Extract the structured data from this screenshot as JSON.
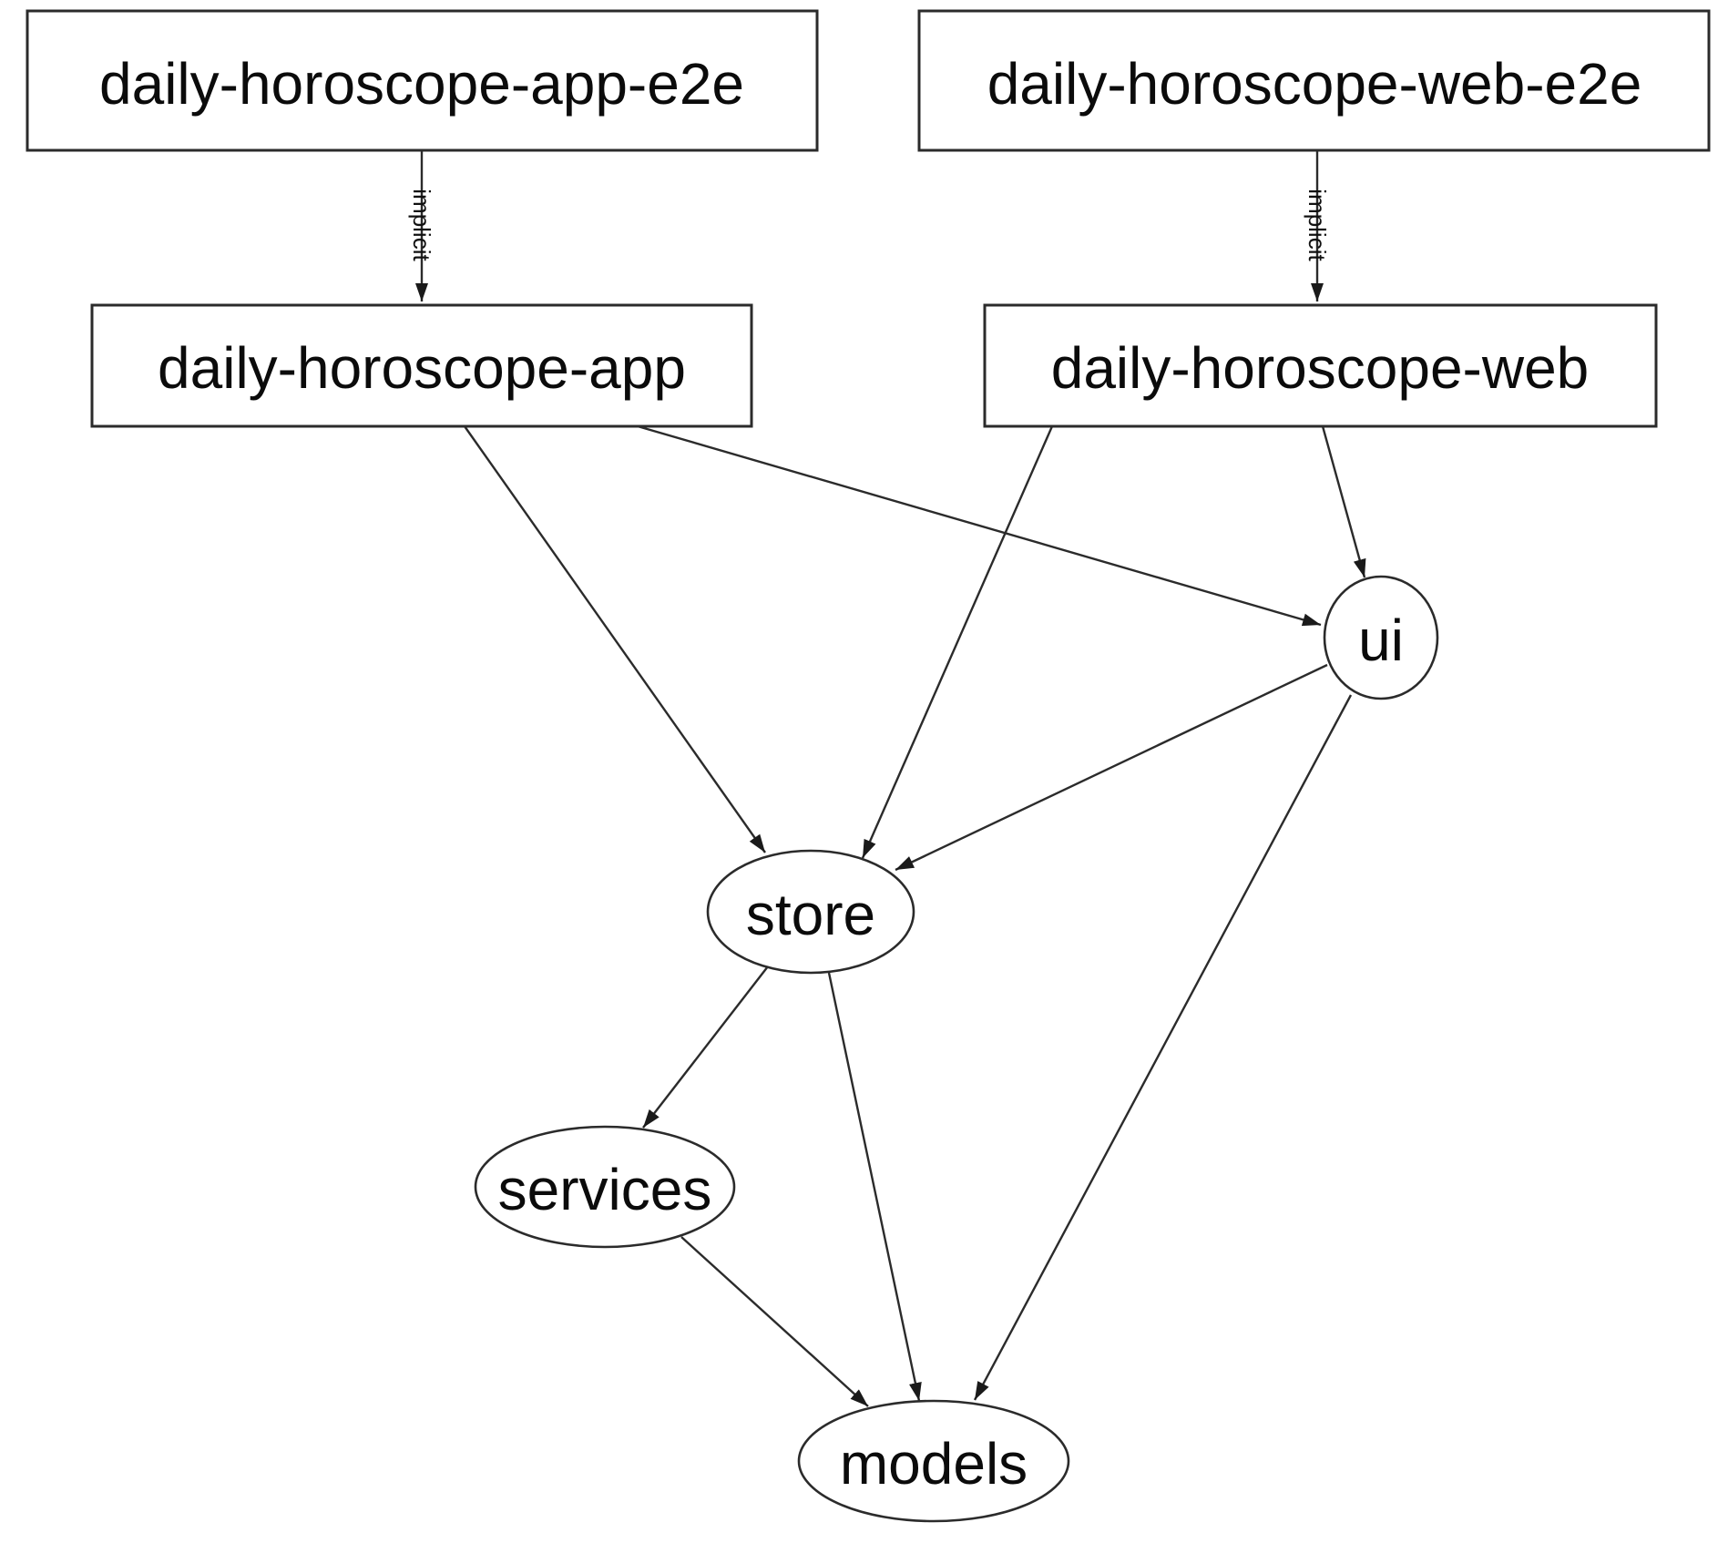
{
  "diagram": {
    "type": "dependency-graph",
    "background": "#ffffff",
    "colors": {
      "node_border": "#2b2b2b",
      "edge": "#2b2b2b",
      "text": "#0b0b0b"
    }
  },
  "nodes": [
    {
      "id": "daily-horoscope-app-e2e",
      "label": "daily-horoscope-app-e2e",
      "shape": "box"
    },
    {
      "id": "daily-horoscope-web-e2e",
      "label": "daily-horoscope-web-e2e",
      "shape": "box"
    },
    {
      "id": "daily-horoscope-app",
      "label": "daily-horoscope-app",
      "shape": "box"
    },
    {
      "id": "daily-horoscope-web",
      "label": "daily-horoscope-web",
      "shape": "box"
    },
    {
      "id": "ui",
      "label": "ui",
      "shape": "ellipse"
    },
    {
      "id": "store",
      "label": "store",
      "shape": "ellipse"
    },
    {
      "id": "services",
      "label": "services",
      "shape": "ellipse"
    },
    {
      "id": "models",
      "label": "models",
      "shape": "ellipse"
    }
  ],
  "edges": [
    {
      "from": "daily-horoscope-app-e2e",
      "to": "daily-horoscope-app",
      "label": "implicit"
    },
    {
      "from": "daily-horoscope-web-e2e",
      "to": "daily-horoscope-web",
      "label": "implicit"
    },
    {
      "from": "daily-horoscope-app",
      "to": "store",
      "label": ""
    },
    {
      "from": "daily-horoscope-app",
      "to": "ui",
      "label": ""
    },
    {
      "from": "daily-horoscope-web",
      "to": "store",
      "label": ""
    },
    {
      "from": "daily-horoscope-web",
      "to": "ui",
      "label": ""
    },
    {
      "from": "ui",
      "to": "store",
      "label": ""
    },
    {
      "from": "ui",
      "to": "models",
      "label": ""
    },
    {
      "from": "store",
      "to": "services",
      "label": ""
    },
    {
      "from": "store",
      "to": "models",
      "label": ""
    },
    {
      "from": "services",
      "to": "models",
      "label": ""
    }
  ]
}
